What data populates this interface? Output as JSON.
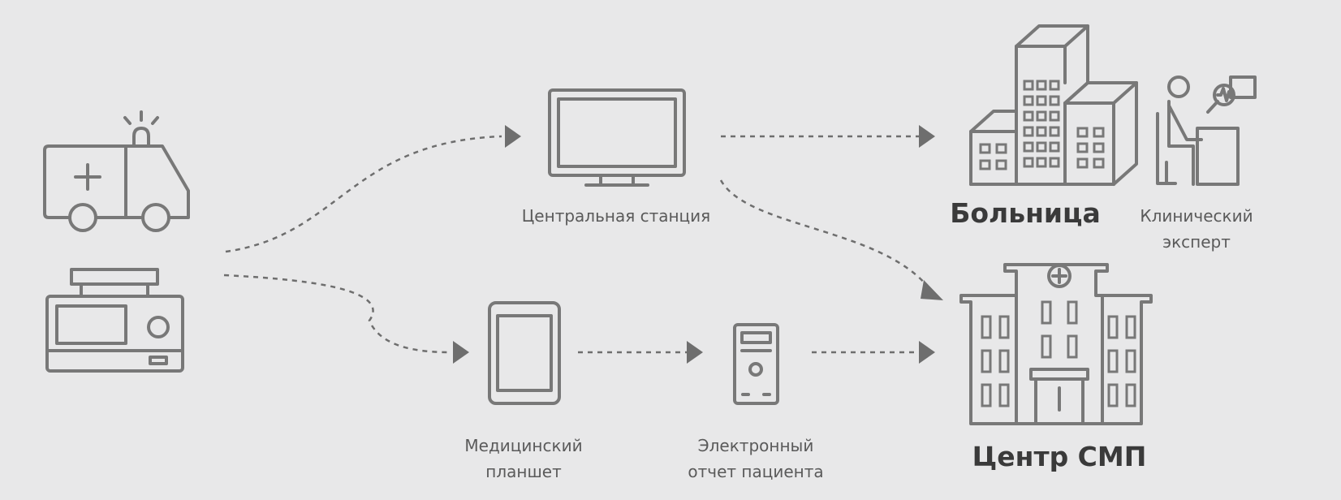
{
  "labels": {
    "central_station": "Центральная станция",
    "hospital": "Больница",
    "clinical_expert_1": "Клинический",
    "clinical_expert_2": "эксперт",
    "tablet_1": "Медицинский",
    "tablet_2": "планшет",
    "epcr_1": "Электронный",
    "epcr_2": "отчет пациента",
    "ems_center": "Центр СМП"
  },
  "colors": {
    "background": "#e8e8e9",
    "icon": "#787878",
    "heading": "#3a3a3a"
  }
}
